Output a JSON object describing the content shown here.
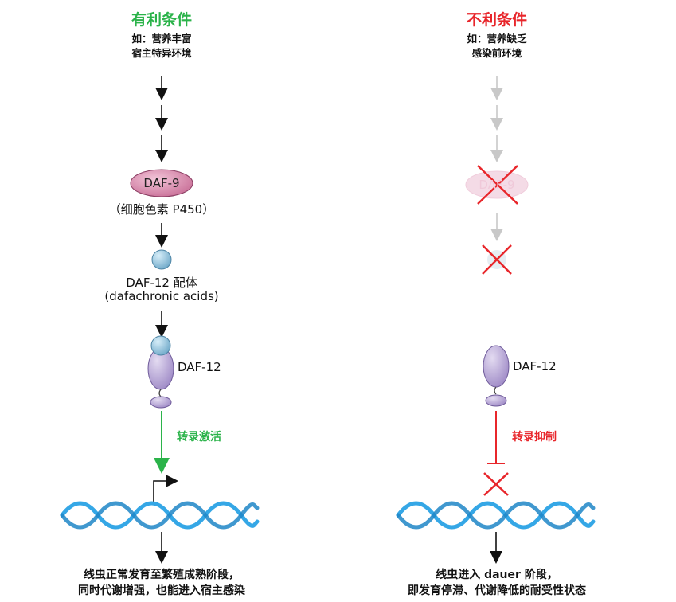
{
  "left": {
    "title": "有利条件",
    "subtitle_line1": "如：营养丰富",
    "subtitle_line2": "宿主特异环境",
    "daf9": "DAF-9",
    "cyp": "（细胞色素 P450）",
    "ligand_line1": "DAF-12 配体",
    "ligand_line2": "(dafachronic acids)",
    "daf12": "DAF-12",
    "action": "转录激活",
    "outcome_line1": "线虫正常发育至繁殖成熟阶段，",
    "outcome_line2": "同时代谢增强，也能进入宿主感染"
  },
  "right": {
    "title": "不利条件",
    "subtitle_line1": "如：营养缺乏",
    "subtitle_line2": "感染前环境",
    "daf9": "DAF-9",
    "daf12": "DAF-12",
    "action": "转录抑制",
    "outcome_line1": "线虫进入 dauer 阶段，",
    "outcome_line2": "即发育停滞、代谢降低的耐受性状态"
  },
  "colors": {
    "favorable": "#2bb34a",
    "unfavorable": "#e8262b",
    "daf9_fill": "#d98fb0",
    "ligand_fill": "#9cc8e0",
    "receptor_fill": "#b9a7d6",
    "dna": "#35a7e6"
  }
}
